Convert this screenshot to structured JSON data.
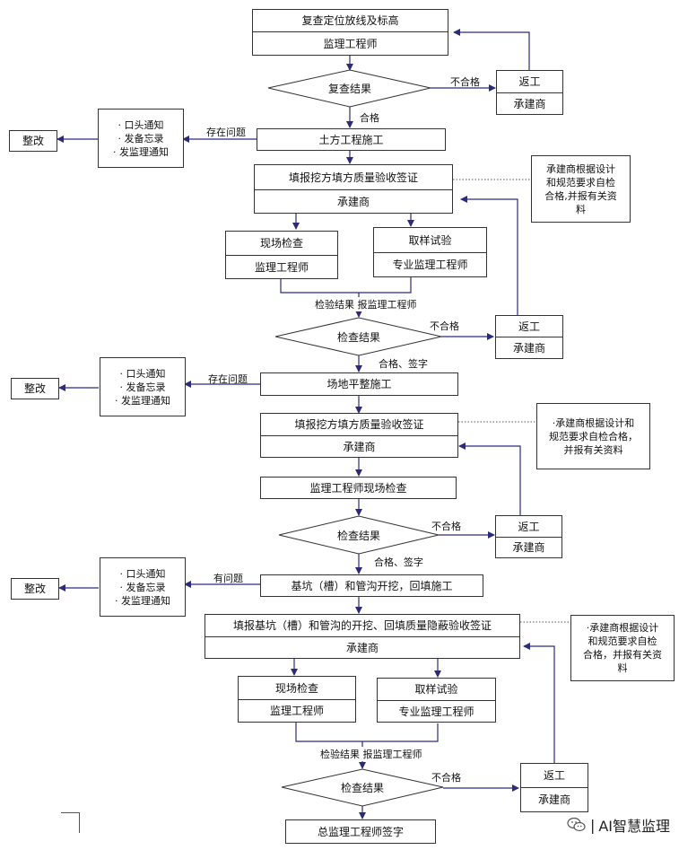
{
  "flow": {
    "s1_title": "复查定位放线及标高",
    "s1_role": "监理工程师",
    "d1": "复查结果",
    "fail": "不合格",
    "pass": "合格",
    "rework": "返工",
    "contractor": "承建商",
    "issue": "存在问题",
    "issue2": "有问题",
    "notice_lines": [
      "· 口头通知",
      "· 发备忘录",
      "· 发监理通知"
    ],
    "rectify": "整改",
    "s2_title": "土方工程施工",
    "s3_title": "填报挖方填方质量验收签证",
    "s3_role": "承建商",
    "note1_lines": [
      "承建商根据设计",
      "和规范要求自检",
      "合格,并报有关资",
      "料"
    ],
    "site_check": "现场检查",
    "supervisor": "监理工程师",
    "sample_test": "取样试验",
    "pro_supervisor": "专业监理工程师",
    "report_result": "检验结果  报监理工程师",
    "d2": "检查结果",
    "pass_sign": "合格、签字",
    "s4_title": "场地平整施工",
    "s5_title": "填报挖方填方质量验收签证",
    "note2_lines": [
      "·承建商根据设计和",
      "规范要求自检合格，",
      "并报有关资料"
    ],
    "s6_title": "监理工程师现场检查",
    "d3": "检查结果",
    "s7_title": "基坑（槽）和管沟开挖，回填施工",
    "s8_title": "填报基坑（槽）和管沟的开挖、回填质量隐蔽验收签证",
    "note3_lines": [
      "·承建商根据设计",
      "和规范要求自检",
      "合格，并报有关资",
      "料"
    ],
    "report_result2": "检验结果  报监理工程师",
    "d4": "检查结果",
    "s9_title": "总监理工程师签字"
  },
  "watermark": {
    "icon": "wechat-icon",
    "text": "AI智慧监理"
  },
  "colors": {
    "arrow": "#2b2b7a",
    "box_border": "#333333"
  }
}
